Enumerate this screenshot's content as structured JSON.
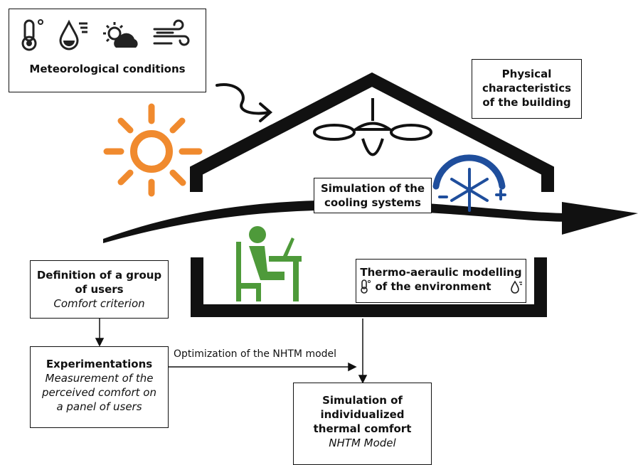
{
  "meteo": {
    "title": "Meteorological conditions",
    "icons": [
      "thermometer-icon",
      "humidity-drop-icon",
      "sun-cloud-icon",
      "wind-icon"
    ]
  },
  "physical": {
    "line1": "Physical",
    "line2": "characteristics",
    "line3": "of the building"
  },
  "cooling": {
    "line1": "Simulation of the",
    "line2": "cooling systems"
  },
  "thermo": {
    "line1": "Thermo-aeraulic modelling",
    "line2": "of the environment"
  },
  "users": {
    "line1": "Definition of a group",
    "line2": "of users",
    "line3": "Comfort criterion"
  },
  "experiments": {
    "title": "Experimentations",
    "line1": "Measurement of the",
    "line2": "perceived comfort on",
    "line3": "a panel of users"
  },
  "optimization": {
    "label": "Optimization of the NHTM model"
  },
  "simulation": {
    "line1": "Simulation of",
    "line2": "individualized",
    "line3": "thermal comfort",
    "line4": "NHTM Model"
  },
  "colors": {
    "sun": "#f08a2e",
    "snowflake": "#1f4e9c",
    "person": "#4e9a3a",
    "house": "#111111"
  }
}
